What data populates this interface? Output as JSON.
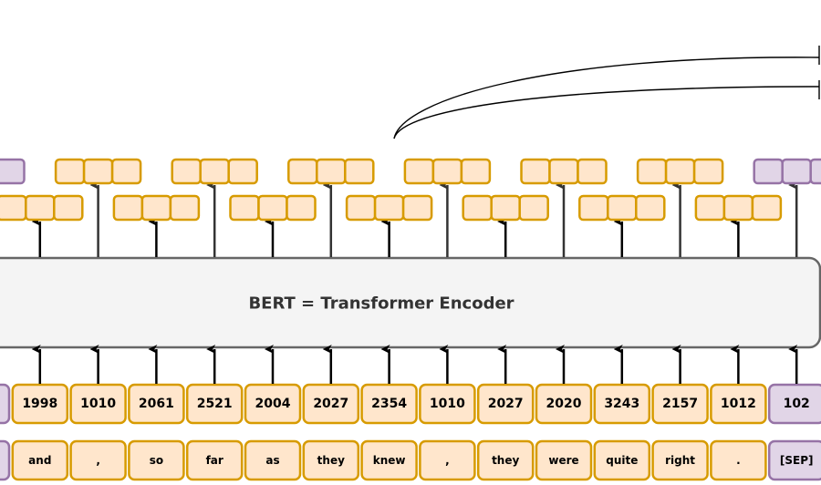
{
  "encoder": {
    "label": "BERT = Transformer Encoder"
  },
  "columns": [
    {
      "token": "",
      "id": "",
      "special": true
    },
    {
      "token": "and",
      "id": "1998"
    },
    {
      "token": ",",
      "id": "1010"
    },
    {
      "token": "so",
      "id": "2061"
    },
    {
      "token": "far",
      "id": "2521"
    },
    {
      "token": "as",
      "id": "2004"
    },
    {
      "token": "they",
      "id": "2027"
    },
    {
      "token": "knew",
      "id": "2354"
    },
    {
      "token": ",",
      "id": "1010"
    },
    {
      "token": "they",
      "id": "2027"
    },
    {
      "token": "were",
      "id": "2020"
    },
    {
      "token": "quite",
      "id": "3243"
    },
    {
      "token": "right",
      "id": "2157"
    },
    {
      "token": ".",
      "id": "1012"
    },
    {
      "token": "[SEP]",
      "id": "102",
      "special": true
    }
  ],
  "colors": {
    "token_fill": "#ffe6cc",
    "token_stroke": "#d79b00",
    "special_fill": "#e1d5e7",
    "special_stroke": "#9673a6",
    "encoder_fill": "#f5f5f5",
    "encoder_stroke": "#666666"
  }
}
